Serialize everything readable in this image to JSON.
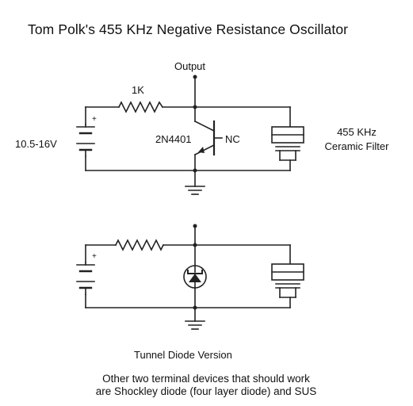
{
  "title": "Tom Polk's 455 KHz  Negative Resistance Oscillator",
  "top_circuit": {
    "output_label": "Output",
    "resistor_label": "1K",
    "supply_label": "10.5-16V",
    "transistor_label": "2N4401",
    "nc_label": "NC",
    "filter_label_line1": "455 KHz",
    "filter_label_line2": "Ceramic Filter",
    "plus_sign": "+"
  },
  "bottom_circuit": {
    "caption": "Tunnel Diode Version",
    "plus_sign": "+"
  },
  "footer": {
    "line1": "Other two terminal devices that should work",
    "line2": "are Shockley diode (four layer diode) and SUS"
  }
}
